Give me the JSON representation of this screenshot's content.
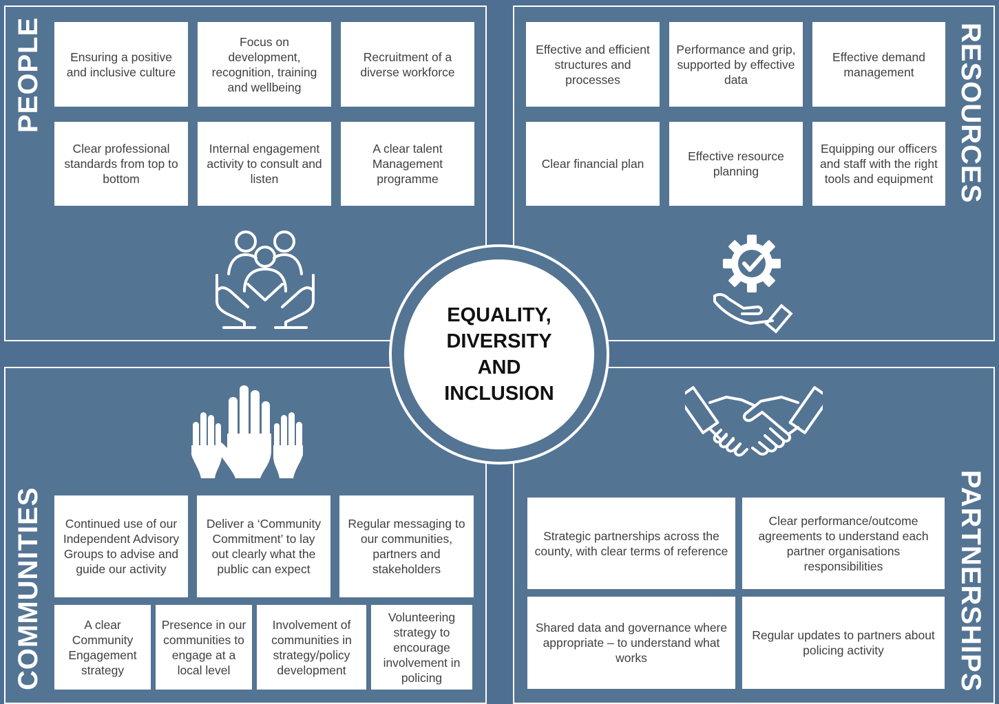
{
  "center": {
    "title": "EQUALITY, DIVERSITY AND INCLUSION"
  },
  "people": {
    "label": "PEOPLE",
    "cards": [
      "Ensuring a positive and inclusive culture",
      "Focus on development, recognition, training and wellbeing",
      "Recruitment of a diverse workforce",
      "Clear professional standards from top to bottom",
      "Internal engagement activity to consult and listen",
      "A clear talent Management programme"
    ],
    "icon": "people-in-hands-icon"
  },
  "resources": {
    "label": "RESOURCES",
    "cards": [
      "Effective and efficient structures and processes",
      "Performance and grip, supported by effective data",
      "Effective demand management",
      "Clear financial plan",
      "Effective resource planning",
      "Equipping our officers and staff with the right tools and equipment"
    ],
    "icon": "gear-check-hand-icon"
  },
  "communities": {
    "label": "COMMUNITIES",
    "cards": [
      "Continued use of our Independent Advisory Groups to advise and guide our activity",
      "Deliver a ‘Community Commitment’ to lay out clearly what the public can expect",
      "Regular messaging to our communities, partners and stakeholders",
      "A clear Community Engagement strategy",
      "Presence in our communities to engage at a local level",
      "Involvement of communities in strategy/policy development",
      "Volunteering strategy to encourage involvement in policing"
    ],
    "icon": "raised-hands-icon"
  },
  "partnerships": {
    "label": "PARTNERSHIPS",
    "cards": [
      "Strategic partnerships across the county, with clear terms of reference",
      "Clear performance/outcome agreements to understand each partner organisations responsibilities",
      "Shared data and governance where appropriate – to understand what works",
      "Regular updates to partners about policing activity"
    ],
    "icon": "handshake-icon"
  },
  "colors": {
    "background": "#4e6f91",
    "card": "#ffffff",
    "text": "#3f3f3f"
  }
}
